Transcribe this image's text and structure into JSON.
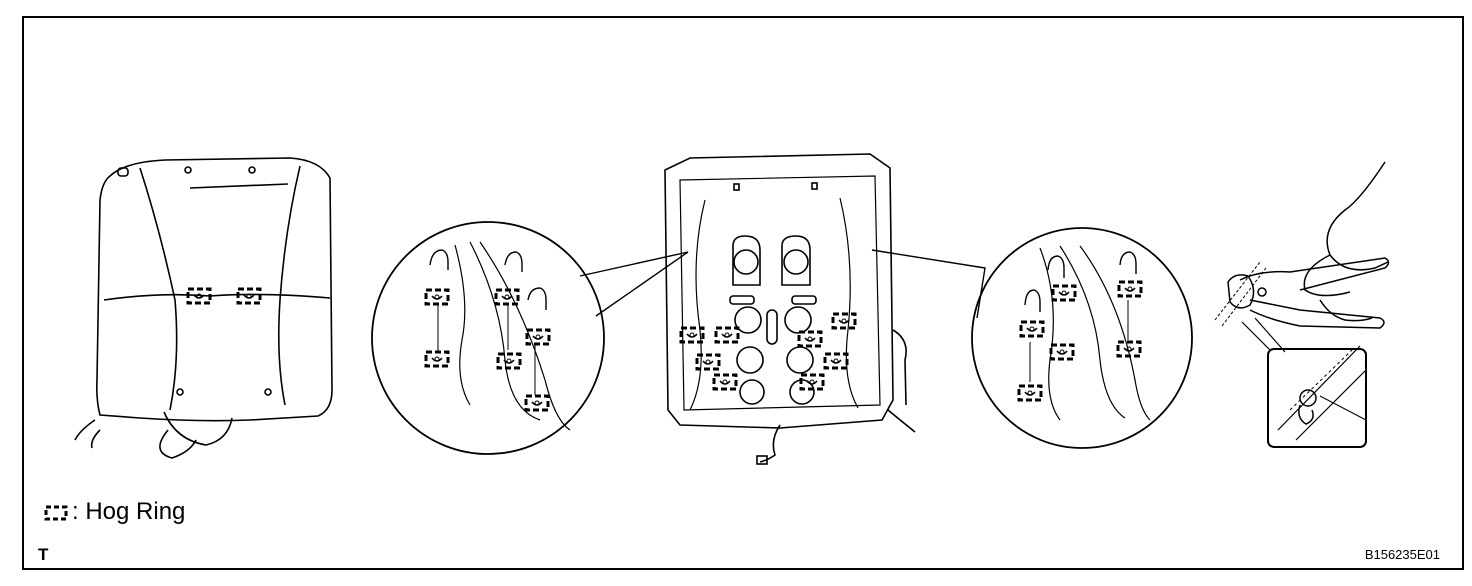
{
  "legend": {
    "icon": "hog-ring-icon",
    "label": ": Hog Ring"
  },
  "page_mark": "T",
  "figure_id": "B156235E01",
  "colors": {
    "line": "#000000",
    "background": "#ffffff"
  }
}
